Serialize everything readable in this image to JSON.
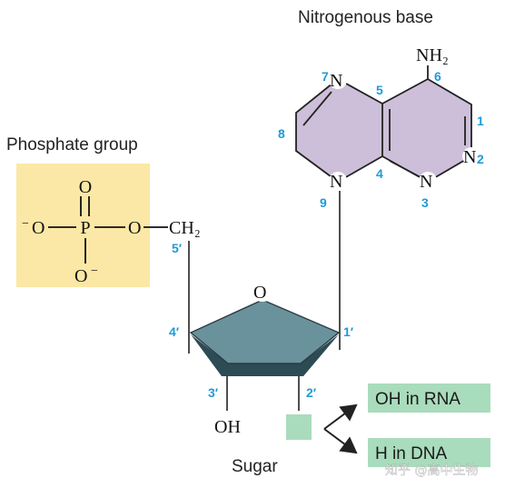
{
  "labels": {
    "nitrogenous_base": "Nitrogenous base",
    "phosphate_group": "Phosphate group",
    "sugar": "Sugar",
    "oh_rna": "OH in RNA",
    "h_dna": "H in DNA"
  },
  "phosphate": {
    "o_top": "O",
    "o_left": "O",
    "o_left_charge": "−",
    "p": "P",
    "o_right": "O",
    "o_bottom": "O",
    "o_bottom_charge": "−",
    "ch2": "CH₂"
  },
  "sugar_atoms": {
    "ring_o": "O",
    "oh": "OH"
  },
  "base_atoms": {
    "nh2": "NH₂",
    "n7": "N",
    "n9": "N",
    "n3": "N",
    "n1": "N"
  },
  "numbering": {
    "n1": "1",
    "n2": "2",
    "n3": "3",
    "n4": "4",
    "n5": "5",
    "n6": "6",
    "n7": "7",
    "n8": "8",
    "n9": "9",
    "p1": "1′",
    "p2": "2′",
    "p3": "3′",
    "p4": "4′",
    "p5": "5′"
  },
  "watermark": "知乎 @高中生物",
  "colors": {
    "phosphate_fill": "#fbe8a6",
    "base_fill": "#cdbfd9",
    "sugar_top": "#6a929c",
    "sugar_dark": "#2d4b54",
    "green_box": "#a9dcbc",
    "number_blue": "#1f9bd7"
  }
}
